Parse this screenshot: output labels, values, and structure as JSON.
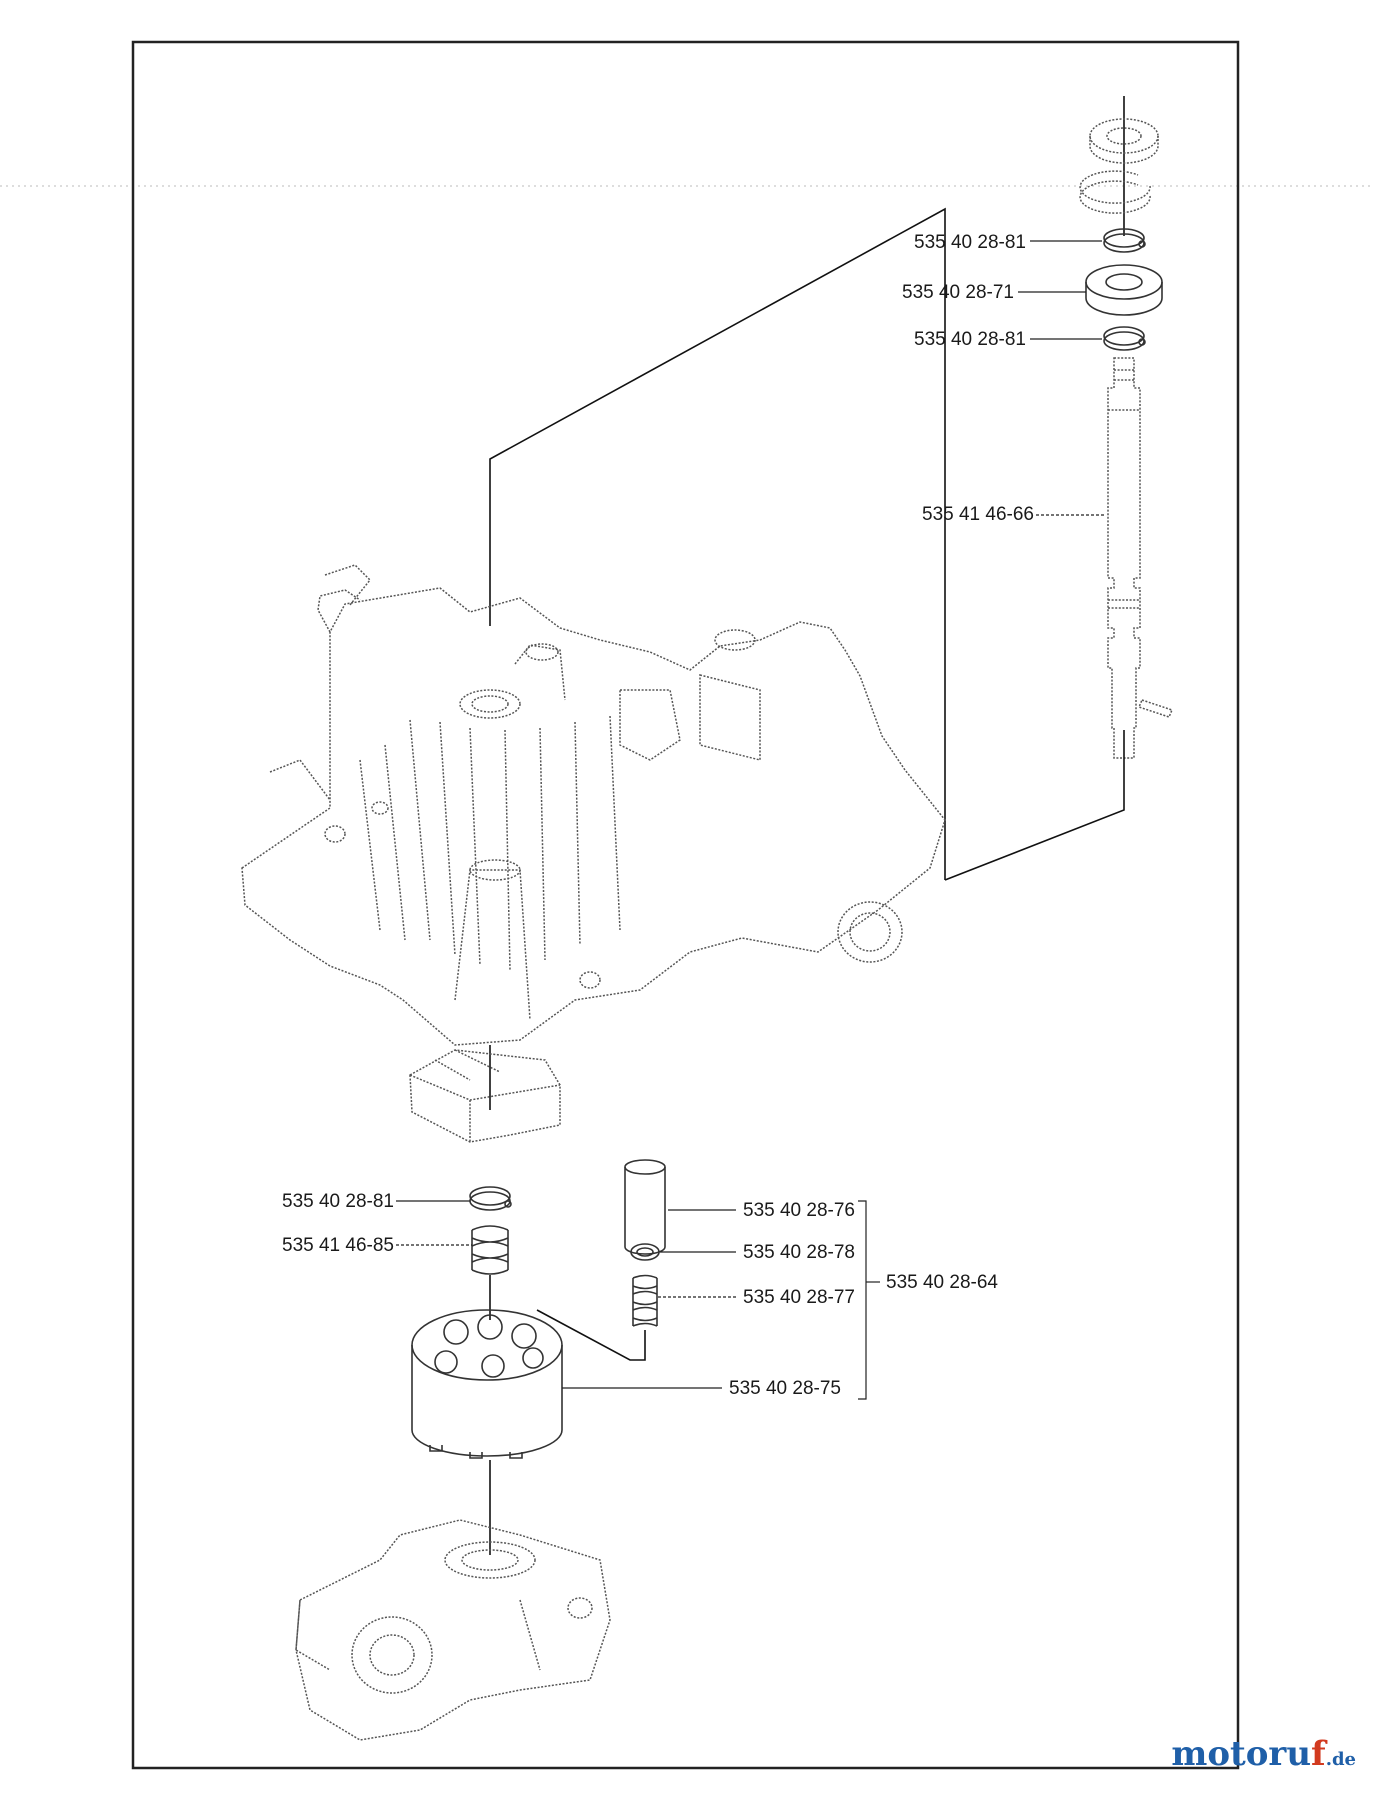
{
  "labels": {
    "shaft_clip_top": "535 40 28-81",
    "bearing": "535 40 28-71",
    "shaft_clip_bottom": "535 40 28-81",
    "shaft": "535 41 46-66",
    "cylinder_clip": "535 40 28-81",
    "cylinder_spring": "535 41 46-85",
    "piston": "535 40 28-76",
    "washer": "535 40 28-78",
    "piston_spring": "535 40 28-77",
    "cylinder_block": "535 40 28-75",
    "piston_kit": "535 40 28-64"
  },
  "watermark": {
    "main": "motoru",
    "accent": "f",
    "tld": ".de"
  }
}
